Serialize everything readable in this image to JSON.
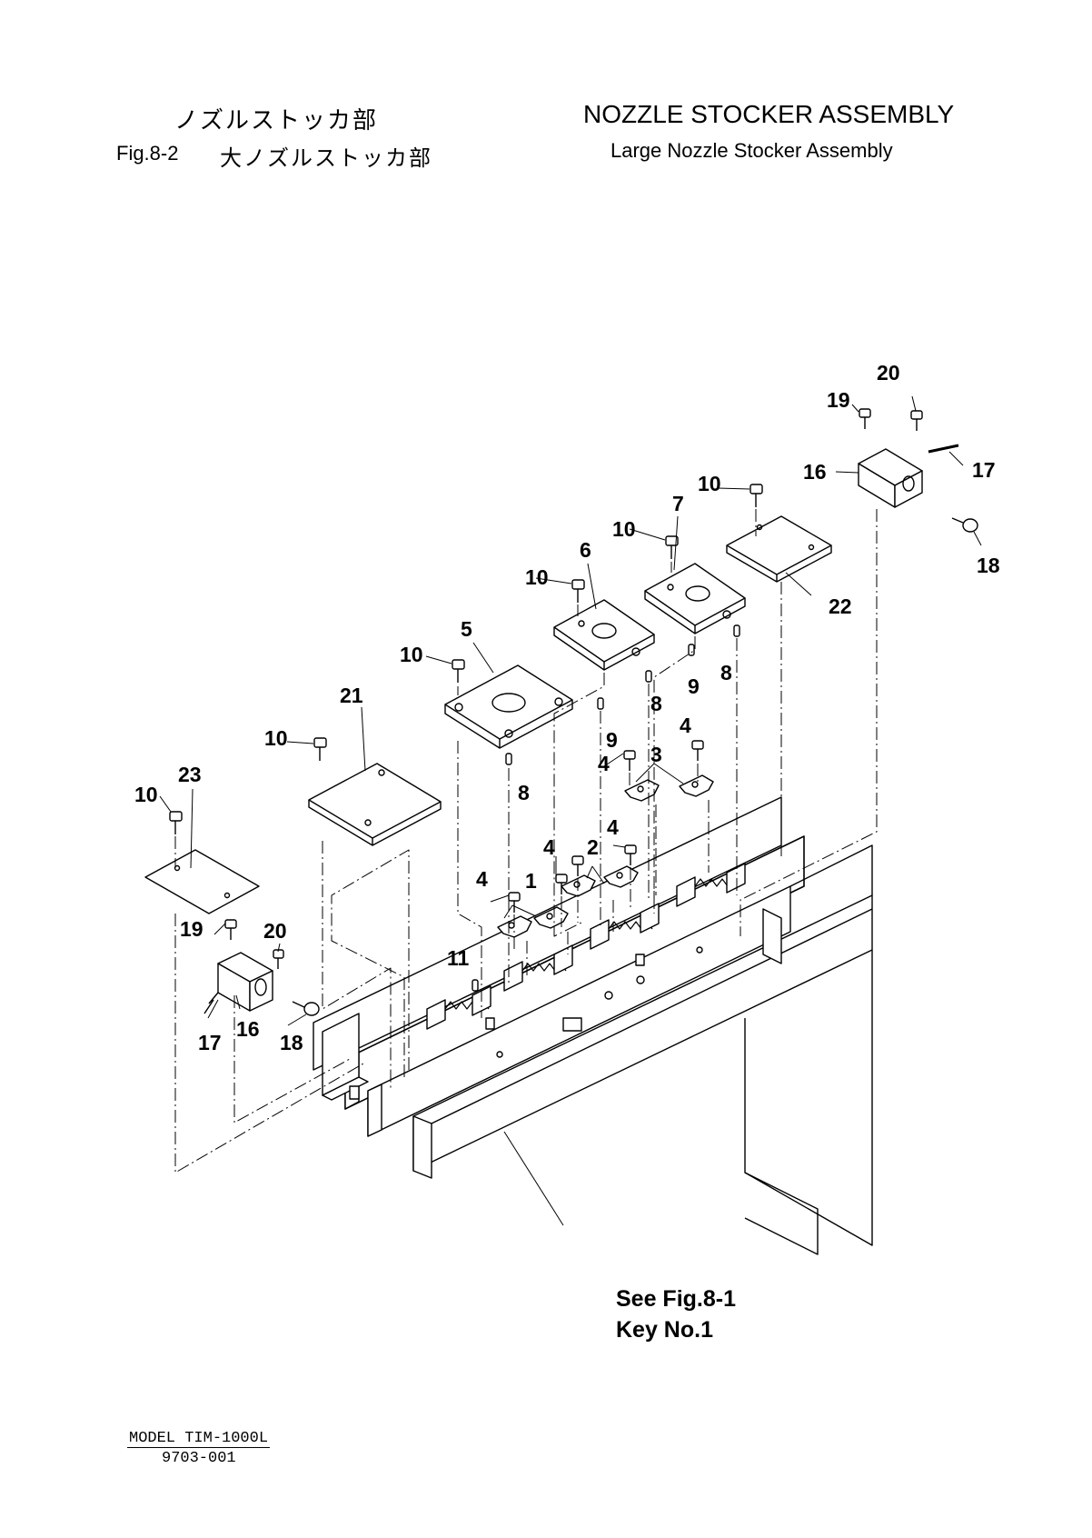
{
  "header": {
    "title_jp": "ノズルストッカ部",
    "fig_label": "Fig.8-2",
    "subtitle_jp": "大ノズルストッカ部",
    "title_en": "NOZZLE STOCKER ASSEMBLY",
    "subtitle_en": "Large Nozzle Stocker Assembly"
  },
  "reference": {
    "line1": "See Fig.8-1",
    "line2": "Key No.1"
  },
  "footer": {
    "model": "MODEL TIM-1000L",
    "doc_number": "9703-001"
  },
  "part_labels": {
    "p1": "1",
    "p2": "2",
    "p3": "3",
    "p4": "4",
    "p5": "5",
    "p6": "6",
    "p7": "7",
    "p8": "8",
    "p9": "9",
    "p10": "10",
    "p11": "11",
    "p16": "16",
    "p17": "17",
    "p18": "18",
    "p19": "19",
    "p20": "20",
    "p21": "21",
    "p22": "22",
    "p23": "23"
  }
}
